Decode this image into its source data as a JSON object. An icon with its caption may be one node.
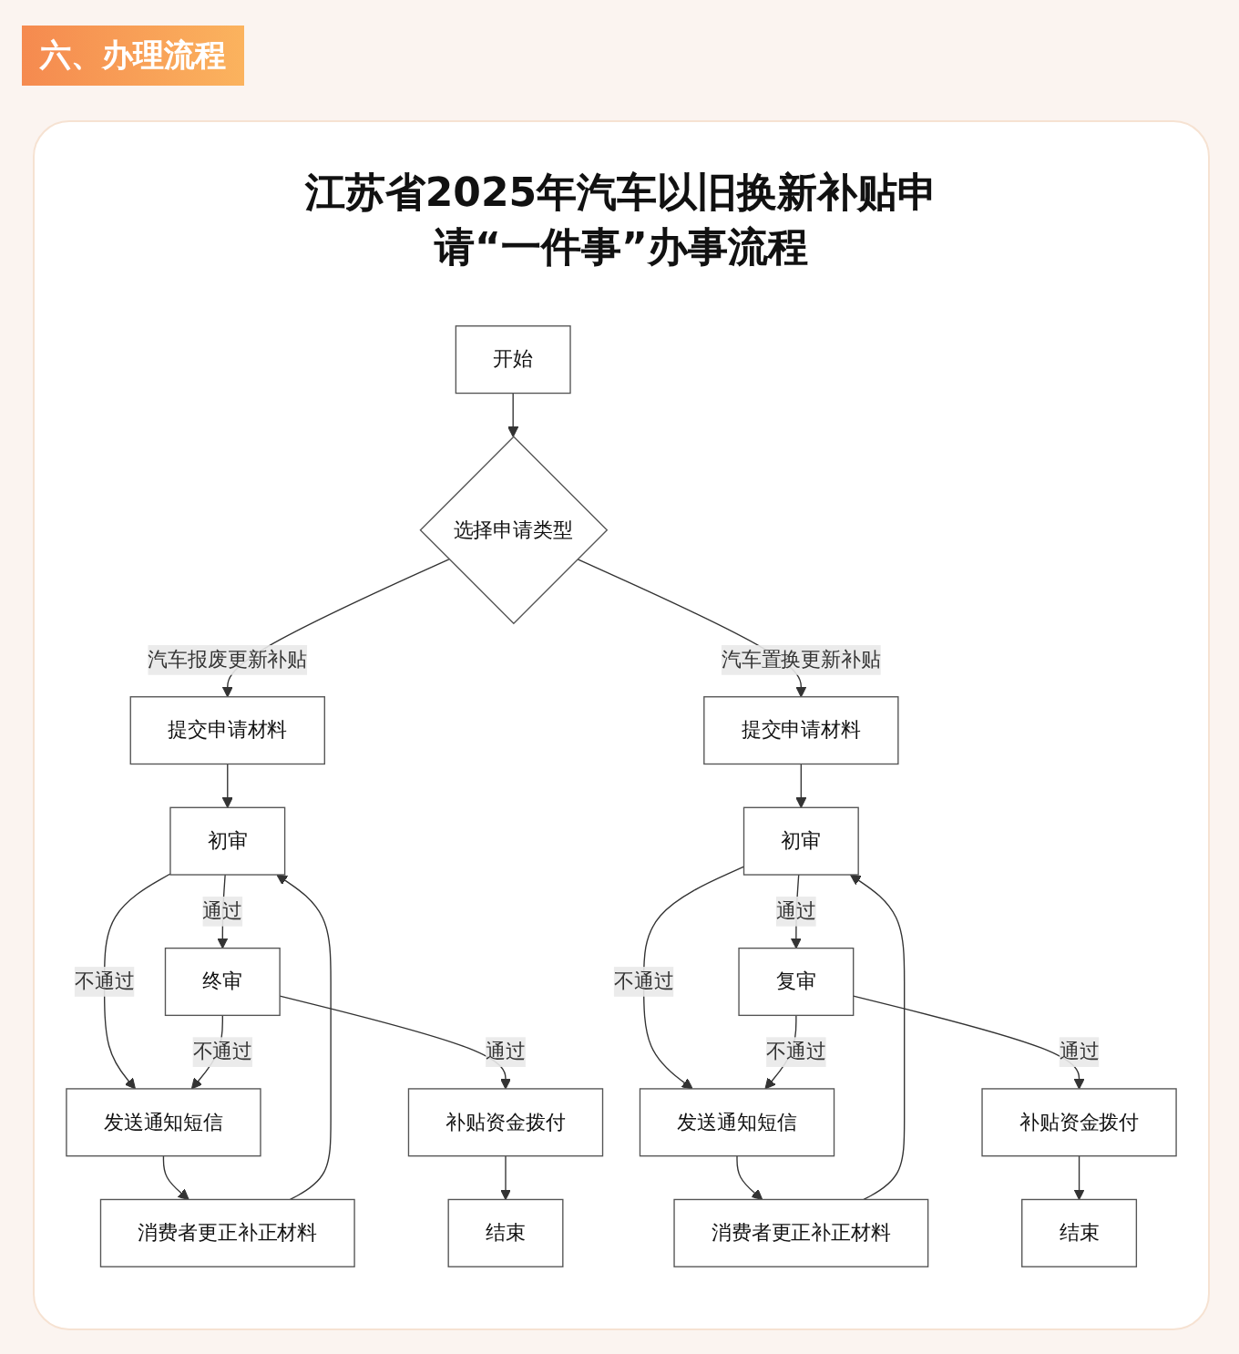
{
  "diagram": {
    "title": "江苏省2025年汽车以旧换新补贴申请“一件事”办事流程",
    "nodes": [
      {
        "text": [
          "开始"
        ]
      },
      {
        "text": [
          "选择申请类型"
        ]
      },
      {
        "text": [
          "提交申请材料"
        ]
      },
      {
        "text": [
          "初审"
        ]
      },
      {
        "text": [
          "终审"
        ]
      },
      {
        "text": [
          "发送通知短信"
        ]
      },
      {
        "text": [
          "补贴资金拨付"
        ]
      },
      {
        "text": [
          "消费者更正补正材料"
        ]
      },
      {
        "text": [
          "结束"
        ]
      },
      {
        "text": [
          "提交申请材料"
        ]
      },
      {
        "text": [
          "初审"
        ]
      },
      {
        "text": [
          "复审"
        ]
      },
      {
        "text": [
          "发送通知短信"
        ]
      },
      {
        "text": [
          "补贴资金拨付"
        ]
      },
      {
        "text": [
          "消费者更正补正材料"
        ]
      },
      {
        "text": [
          "结束"
        ]
      }
    ],
    "edges": [
      {
        "from": 0,
        "to": 1,
        "arrow": "to"
      },
      {
        "from": 1,
        "to": 2,
        "arrow": "to",
        "label": "汽车报废更新补贴"
      },
      {
        "from": 1,
        "to": 9,
        "arrow": "to",
        "label": "汽车置换更新补贴"
      },
      {
        "from": 2,
        "to": 3,
        "arrow": "to"
      },
      {
        "from": 3,
        "to": 4,
        "arrow": "to",
        "label": "通过"
      },
      {
        "from": 3,
        "to": 5,
        "arrow": "to",
        "label": "不通过"
      },
      {
        "from": 4,
        "to": 5,
        "arrow": "to",
        "label": "不通过"
      },
      {
        "from": 4,
        "to": 6,
        "arrow": "to",
        "label": "通过"
      },
      {
        "from": 5,
        "to": 7,
        "arrow": "to"
      },
      {
        "from": 7,
        "to": 3,
        "arrow": "to"
      },
      {
        "from": 6,
        "to": 8,
        "arrow": "to"
      },
      {
        "from": 9,
        "to": 10,
        "arrow": "to"
      },
      {
        "from": 10,
        "to": 11,
        "arrow": "to",
        "label": "通过"
      },
      {
        "from": 10,
        "to": 12,
        "arrow": "to",
        "label": "不通过"
      },
      {
        "from": 11,
        "to": 12,
        "arrow": "to",
        "label": "不通过"
      },
      {
        "from": 11,
        "to": 13,
        "arrow": "to",
        "label": "通过"
      },
      {
        "from": 12,
        "to": 14,
        "arrow": "to"
      },
      {
        "from": 14,
        "to": 10,
        "arrow": "to"
      },
      {
        "from": 13,
        "to": 15,
        "arrow": "to"
      }
    ],
    "labels": [
      "六、办理流程"
    ]
  }
}
